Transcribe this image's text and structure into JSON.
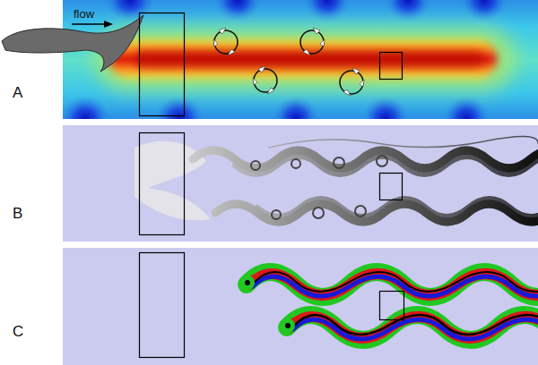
{
  "diagram": {
    "labels": [
      "flow",
      "A",
      "B",
      "C"
    ]
  }
}
